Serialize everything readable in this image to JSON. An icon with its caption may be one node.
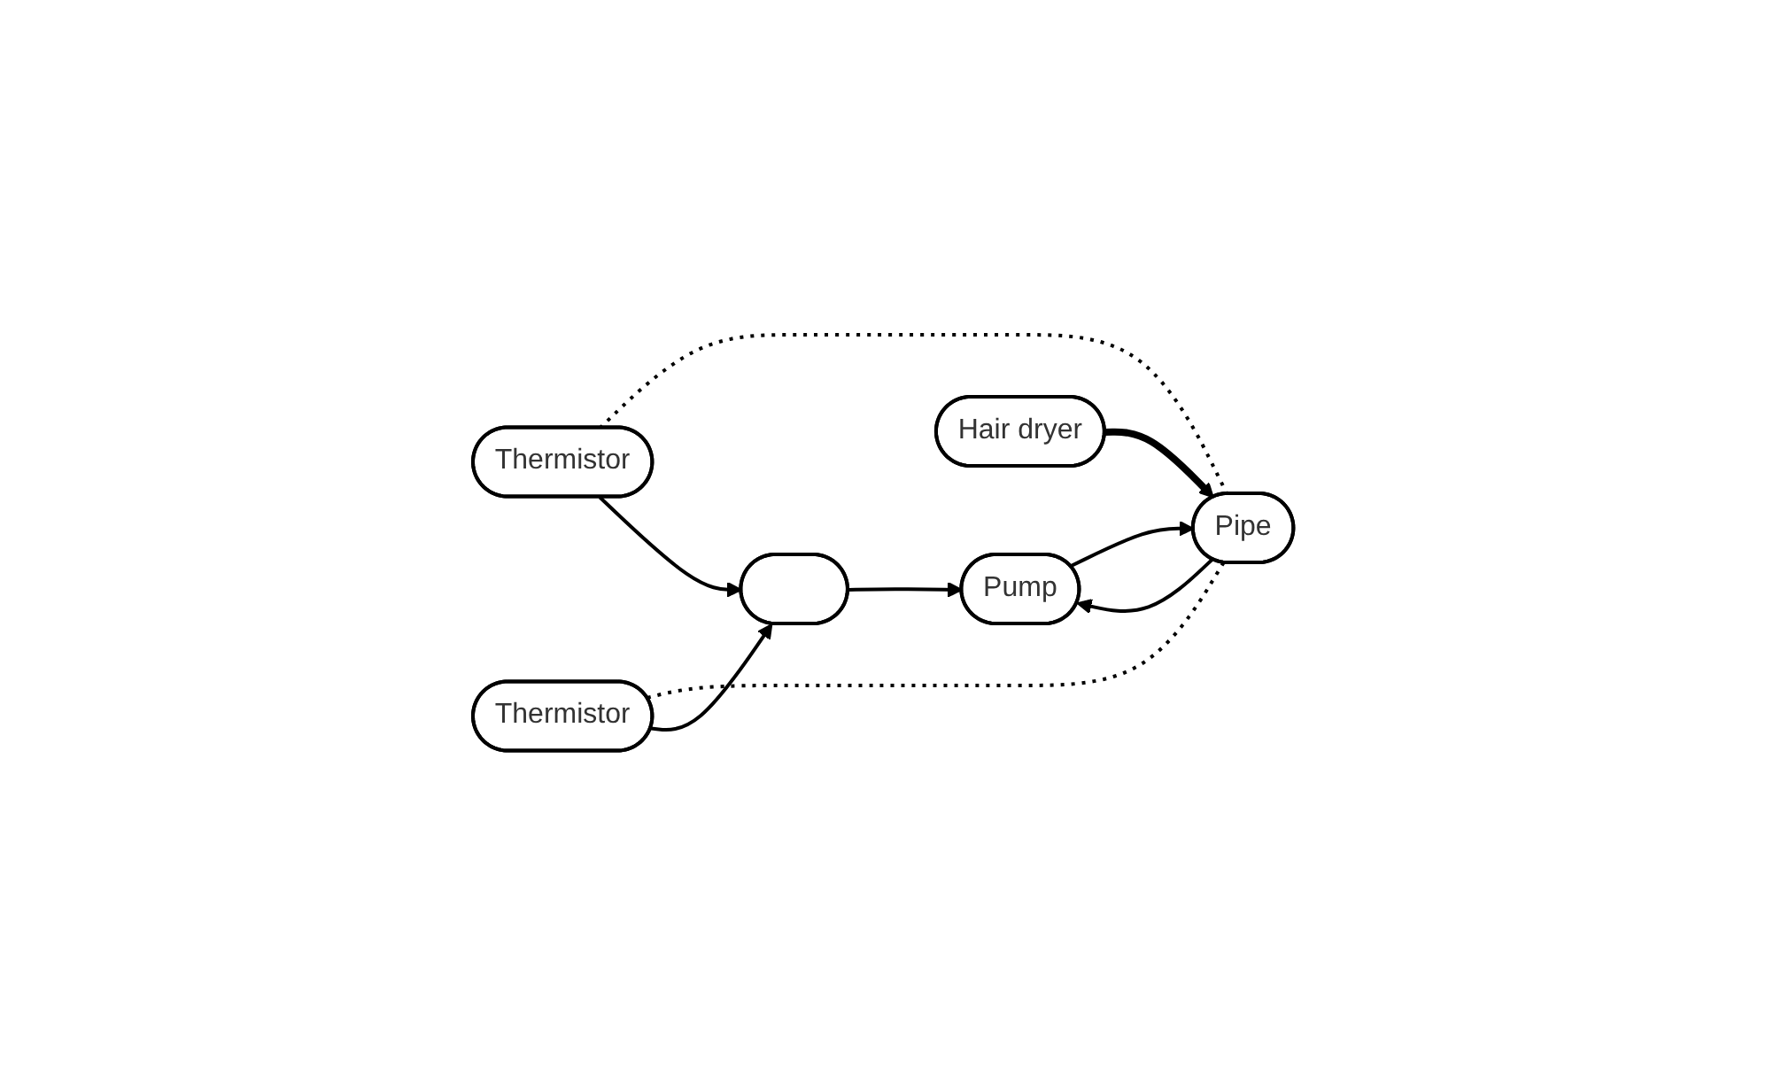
{
  "diagram": {
    "nodes": [
      {
        "text": [
          "Pump"
        ]
      },
      {
        "text": [
          "Pipe"
        ]
      },
      {
        "text": [
          "Thermistor"
        ]
      },
      {
        "text": [
          "Thermistor"
        ]
      },
      {
        "text": [],
        "shape": "box"
      },
      {
        "text": [
          "Hair dryer"
        ]
      }
    ],
    "edges": [
      {
        "from": 0,
        "to": 1,
        "arrow": "to"
      },
      {
        "from": 1,
        "to": 0,
        "arrow": "to"
      },
      {
        "from": 2,
        "to": 1,
        "arrow": "none",
        "style": "dashed"
      },
      {
        "from": 3,
        "to": 1,
        "arrow": "none",
        "style": "dashed"
      },
      {
        "from": 2,
        "to": 4,
        "arrow": "to"
      },
      {
        "from": 3,
        "to": 4,
        "arrow": "to"
      },
      {
        "from": 4,
        "to": 0,
        "arrow": "to"
      },
      {
        "from": 5,
        "to": 1,
        "arrow": "to",
        "style": "thick"
      }
    ]
  }
}
